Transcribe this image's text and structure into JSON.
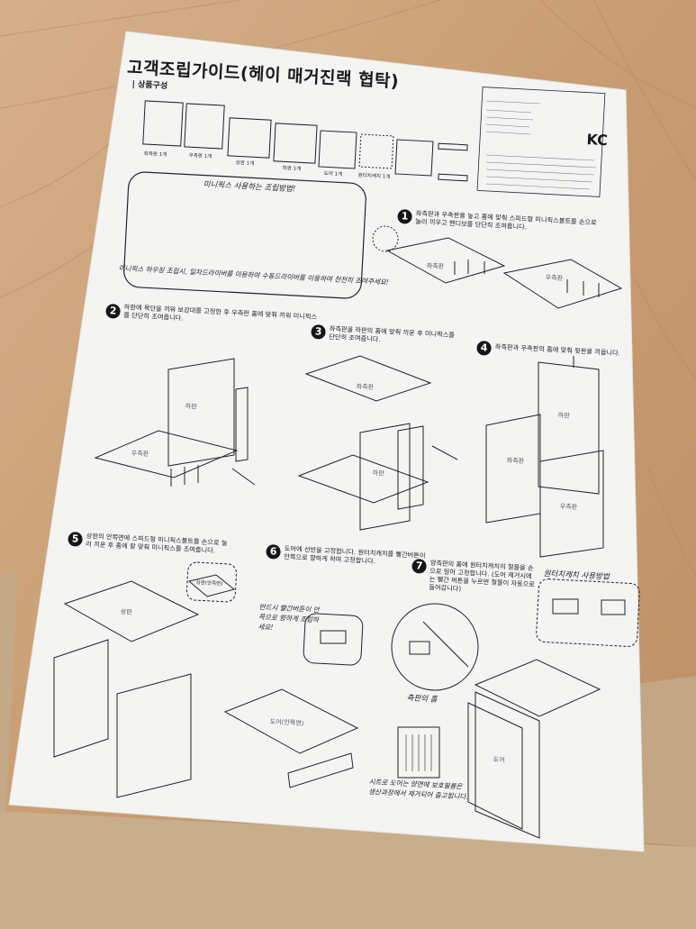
{
  "guide": {
    "title": "고객조립가이드(헤이 매거진랙 협탁)",
    "components_heading": "| 상품구성",
    "kc_mark": "KC",
    "parts_labels": [
      "좌측판 1개",
      "우측판 1개",
      "상판 1개",
      "하판 1개",
      "도어 1개",
      "원터치캐치 1개"
    ],
    "minifix_guide_heading": "미니픽스 사용하는 조립방법!",
    "minifix_note": "미니픽스 하우징 조립시, 일자드라이버를 이용하여 수동드라이버를 이용하여 천천히 조여주세요!",
    "steps": [
      {
        "num": "1",
        "text": "좌측판과 우측판을 놓고 홈에 맞춰 스피드형 미니픽스볼트를 손으로 눌러 끼우고 핸디보를 단단히 조여줍니다."
      },
      {
        "num": "2",
        "text": "하판에 목단을 끼워 보강대를 고정한 후 우측판 홈에 맞춰 끼워 미니픽스를 단단히 조여줍니다."
      },
      {
        "num": "3",
        "text": "좌측판을 하판의 홈에 맞춰 끼운 후 미니픽스를 단단히 조여줍니다."
      },
      {
        "num": "4",
        "text": "좌측판과 우측판의 홈에 맞춰 뒷판을 끼웁니다."
      },
      {
        "num": "5",
        "text": "상판의 안쪽면에 스피드형 미니픽스볼트를 손으로 눌러 끼운 후 홈에 잘 맞춰 미니픽스를 조여줍니다."
      },
      {
        "num": "6",
        "text": "도어에 선반을 고정합니다. 원터치캐치를 빨간버튼이 안쪽으로 향하게 하여 고정합니다."
      },
      {
        "num": "7",
        "text": "양측판의 홈에 원터치캐치의 철물을 손으로 밀어 고정합니다. (도어 제거시에는 빨간 버튼을 누르면 철물이 자동으로 들어갑니다)"
      }
    ],
    "panel_labels": {
      "left": "좌측판",
      "right": "우측판",
      "bottom": "하판",
      "top": "상판",
      "top_inner": "상판(안쪽면)",
      "door_inner": "도어(안쪽면)",
      "door": "도어"
    },
    "handwritten_notes": {
      "red_button": "반드시 빨간버튼이 안쪽으로 향하게 조립하세요!",
      "side_groove": "측판의 홈",
      "protective_film": "시트로 도어는 양면에 보호필름은 생산과정에서 제거되어 출고됩니다."
    },
    "catch_usage_heading": "원터치캐치 사용방법"
  }
}
